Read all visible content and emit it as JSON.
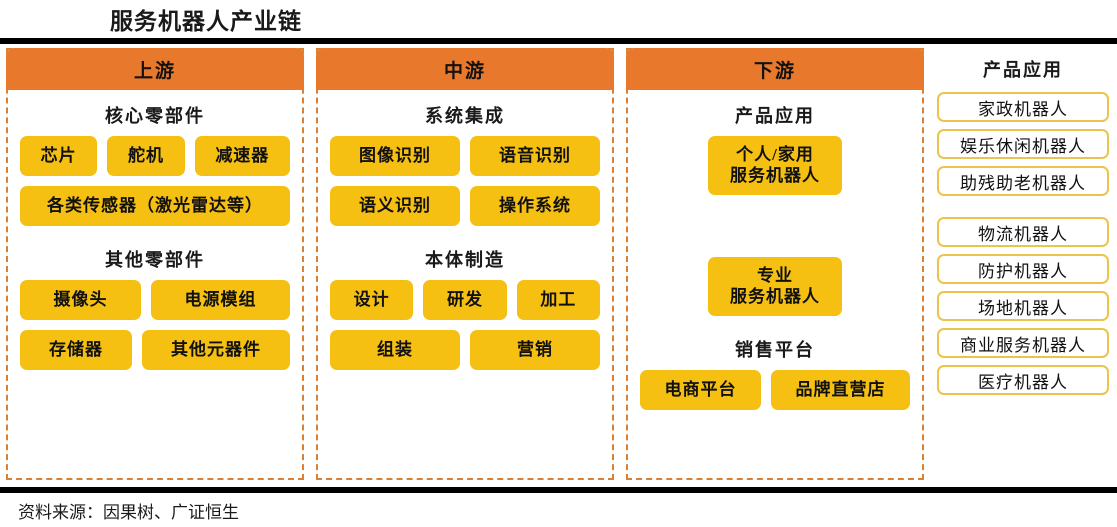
{
  "title": "服务机器人产业链",
  "footer": "资料来源：因果树、广证恒生",
  "colors": {
    "header_orange": "#E8792C",
    "chip_yellow": "#F6C012",
    "dashed_border": "#D98032",
    "app_border": "#EBC44B",
    "rule_black": "#000000"
  },
  "chain": {
    "upstream": {
      "header": "上游",
      "groups": [
        {
          "title": "核心零部件",
          "rows": [
            [
              "芯片",
              "舵机",
              "减速器"
            ],
            [
              "各类传感器（激光雷达等）"
            ]
          ]
        },
        {
          "title": "其他零部件",
          "rows": [
            [
              "摄像头",
              "电源模组"
            ],
            [
              "存储器",
              "其他元器件"
            ]
          ]
        }
      ]
    },
    "midstream": {
      "header": "中游",
      "groups": [
        {
          "title": "系统集成",
          "rows": [
            [
              "图像识别",
              "语音识别"
            ],
            [
              "语义识别",
              "操作系统"
            ]
          ]
        },
        {
          "title": "本体制造",
          "rows": [
            [
              "设计",
              "研发",
              "加工"
            ],
            [
              "组装",
              "营销"
            ]
          ]
        }
      ]
    },
    "downstream": {
      "header": "下游",
      "groups": [
        {
          "title": "产品应用",
          "rows": [
            [
              "个人/家用\n服务机器人"
            ],
            [
              "专业\n服务机器人"
            ]
          ]
        },
        {
          "title": "销售平台",
          "rows": [
            [
              "电商平台",
              "品牌直营店"
            ]
          ]
        }
      ]
    }
  },
  "applications": {
    "title": "产品应用",
    "personal": [
      "家政机器人",
      "娱乐休闲机器人",
      "助残助老机器人"
    ],
    "professional": [
      "物流机器人",
      "防护机器人",
      "场地机器人",
      "商业服务机器人",
      "医疗机器人"
    ]
  }
}
